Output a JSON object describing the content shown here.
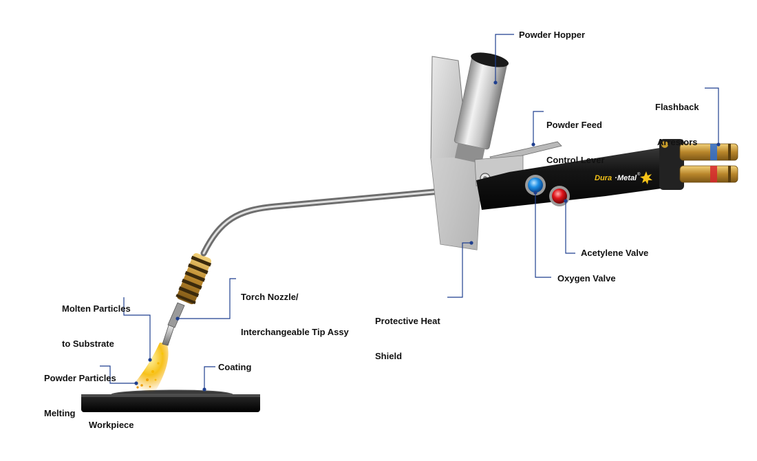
{
  "brand": {
    "name_left": "Dura",
    "name_right": "Metal",
    "mark": "®"
  },
  "labels": {
    "powder_hopper": "Powder Hopper",
    "flashback_arrestors": [
      "Flashback",
      "Arrestors"
    ],
    "powder_feed_control_lever": [
      "Powder Feed",
      "Control Lever"
    ],
    "acetylene_valve": "Acetylene Valve",
    "oxygen_valve": "Oxygen Valve",
    "protective_heat_shield": [
      "Protective Heat",
      "Shield"
    ],
    "torch_nozzle": [
      "Torch Nozzle/",
      "Interchangeable Tip Assy"
    ],
    "molten_particles": [
      "Molten Particles",
      "to Substrate"
    ],
    "powder_particles_melting": [
      "Powder Particles",
      "Melting"
    ],
    "coating": "Coating",
    "workpiece": "Workpiece"
  },
  "colors": {
    "leader_line": "#1f3f8f",
    "text": "#111111",
    "oxygen_knob": "#1f8fe6",
    "acetylene_knob": "#e0141b",
    "handle": "#1a1a1a",
    "brass": "#c79a3a",
    "flame": "#f5b400"
  }
}
